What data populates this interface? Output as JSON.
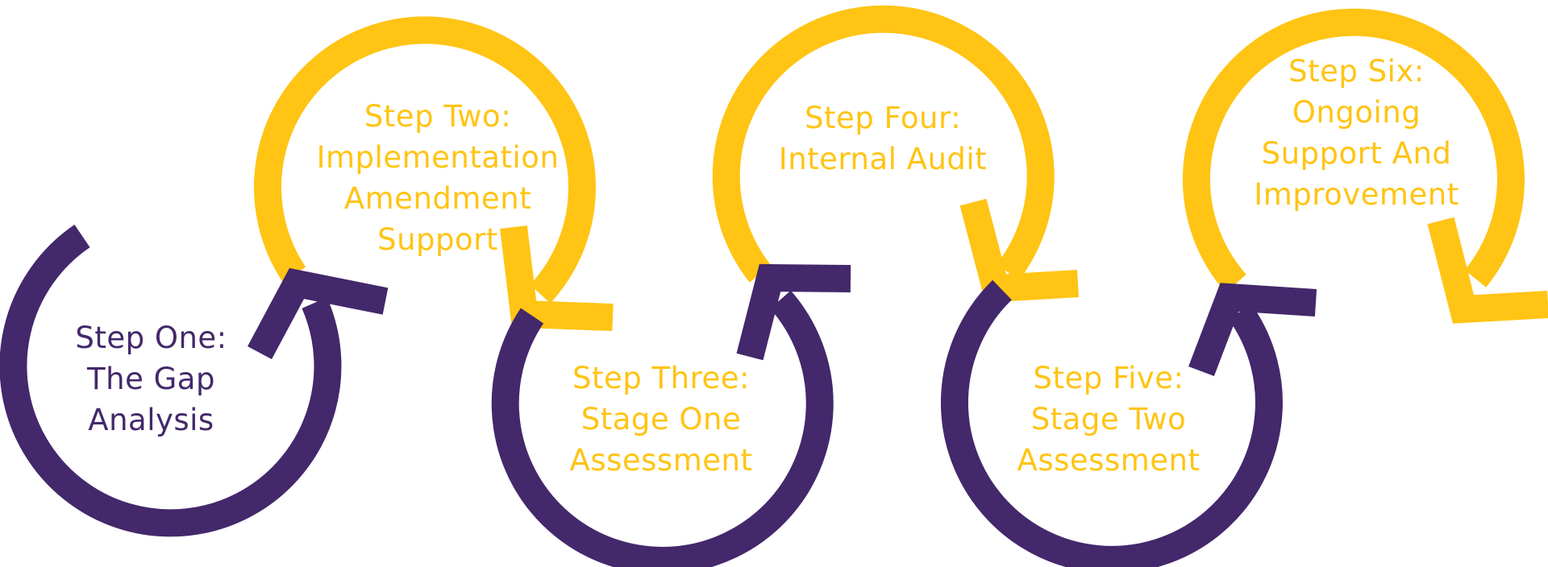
{
  "colors": {
    "purple": "#43286B",
    "yellow": "#FFC414",
    "background": "#FFFFFF"
  },
  "steps": [
    {
      "id": "one",
      "color": "purple",
      "lines": [
        "Step One:",
        "The Gap",
        "Analysis"
      ]
    },
    {
      "id": "two",
      "color": "yellow",
      "lines": [
        "Step Two:",
        "Implementation",
        "Amendment",
        "Support"
      ]
    },
    {
      "id": "three",
      "color": "yellow",
      "lines": [
        "Step Three:",
        "Stage One",
        "Assessment"
      ]
    },
    {
      "id": "four",
      "color": "yellow",
      "lines": [
        "Step Four:",
        "Internal Audit"
      ]
    },
    {
      "id": "five",
      "color": "yellow",
      "lines": [
        "Step Five:",
        "Stage Two",
        "Assessment"
      ]
    },
    {
      "id": "six",
      "color": "yellow",
      "lines": [
        "Step Six:",
        "Ongoing",
        "Support And",
        "Improvement"
      ]
    }
  ],
  "loops": [
    {
      "id": "loop-step-one",
      "color": "purple",
      "direction": "clockwise-up"
    },
    {
      "id": "loop-step-two",
      "color": "yellow",
      "direction": "clockwise-down"
    },
    {
      "id": "loop-step-three",
      "color": "purple",
      "direction": "clockwise-up"
    },
    {
      "id": "loop-step-four",
      "color": "yellow",
      "direction": "clockwise-down"
    },
    {
      "id": "loop-step-five",
      "color": "purple",
      "direction": "clockwise-up"
    },
    {
      "id": "loop-step-six",
      "color": "yellow",
      "direction": "clockwise-down"
    }
  ]
}
